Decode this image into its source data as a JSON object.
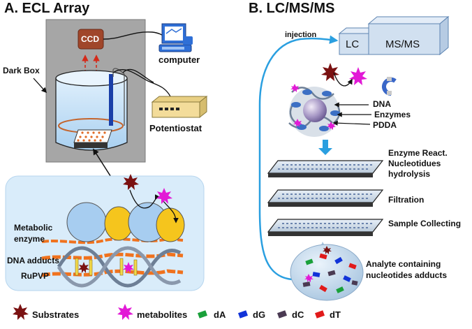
{
  "panel_a": {
    "title": "A. ECL Array",
    "ccd_label": "CCD",
    "computer_label": "computer",
    "dark_box_label": "Dark Box",
    "potentiostat_label": "Potentiostat",
    "metabolic_enzyme_label": "Metabolic enzyme",
    "dna_adducts_label": "DNA adducts",
    "rupvp_label": "RuPVP"
  },
  "panel_b": {
    "title": "B. LC/MS/MS",
    "injection_label": "injection",
    "lc_label": "LC",
    "msms_label": "MS/MS",
    "dna_label": "DNA",
    "enzymes_label": "Enzymes",
    "pdda_label": "PDDA",
    "step1_label": "Enzyme React. Nucleotidues hydrolysis",
    "step2_label": "Filtration",
    "step3_label": "Sample Collecting",
    "analyte_label": "Analyte containing nucleotides adducts"
  },
  "legend": {
    "substrates": "Substrates",
    "metabolites": "metabolites",
    "dA": "dA",
    "dG": "dG",
    "dC": "dC",
    "dT": "dT"
  },
  "colors": {
    "substrate": "#7a1111",
    "metabolite": "#e21ad6",
    "dA": "#1aa03a",
    "dG": "#1133d8",
    "dC": "#4a3a52",
    "dT": "#e11a1a",
    "dark_box": "#a6a6a6",
    "ccd": "#a0462a",
    "potentiostat": "#f3dc9a",
    "inset": "#d9ecfa"
  }
}
